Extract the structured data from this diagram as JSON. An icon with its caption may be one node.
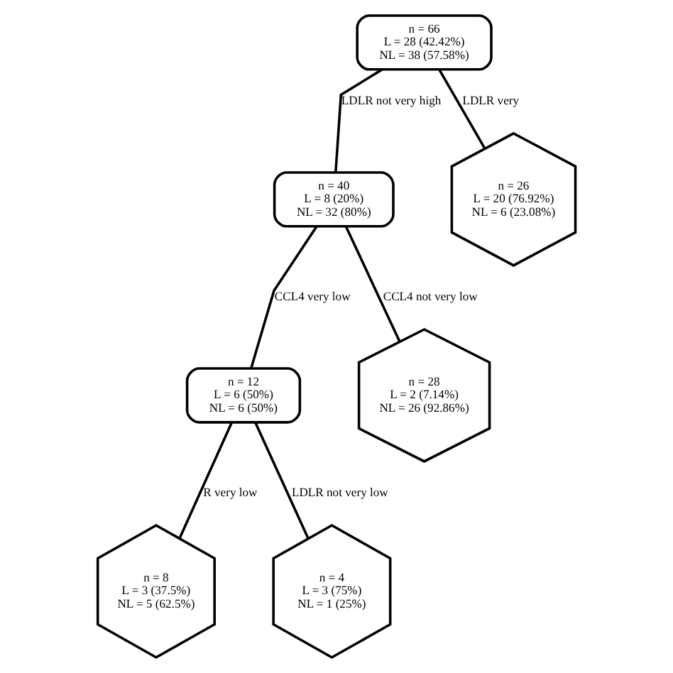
{
  "diagram": {
    "nodes": [
      {
        "text": [
          "n = 66",
          "L = 28 (42.42%)",
          "NL = 38 (57.58%)"
        ]
      },
      {
        "text": [
          "n = 40",
          "L = 8 (20%)",
          "NL = 32 (80%)"
        ]
      },
      {
        "text": [
          "n = 26",
          "L = 20 (76.92%)",
          "NL = 6 (23.08%)"
        ]
      },
      {
        "text": [
          "n = 12",
          "L = 6 (50%)",
          "NL = 6 (50%)"
        ]
      },
      {
        "text": [
          "n = 28",
          "L = 2 (7.14%)",
          "NL = 26 (92.86%)"
        ]
      },
      {
        "text": [
          "n = 8",
          "L = 3 (37.5%)",
          "NL = 5 (62.5%)"
        ]
      },
      {
        "text": [
          "n = 4",
          "L = 3 (75%)",
          "NL = 1 (25%)"
        ]
      }
    ],
    "edges": [
      {
        "from": 0,
        "to": 1,
        "arrow": "none",
        "label": "LDLR not very high"
      },
      {
        "from": 0,
        "to": 2,
        "arrow": "none",
        "label": "LDLR very"
      },
      {
        "from": 1,
        "to": 3,
        "arrow": "none",
        "label": "CCL4 very low"
      },
      {
        "from": 1,
        "to": 4,
        "arrow": "none",
        "label": "CCL4 not very low"
      },
      {
        "from": 3,
        "to": 5,
        "arrow": "none",
        "label": "R very low"
      },
      {
        "from": 3,
        "to": 6,
        "arrow": "none",
        "label": "LDLR not very low"
      }
    ]
  }
}
